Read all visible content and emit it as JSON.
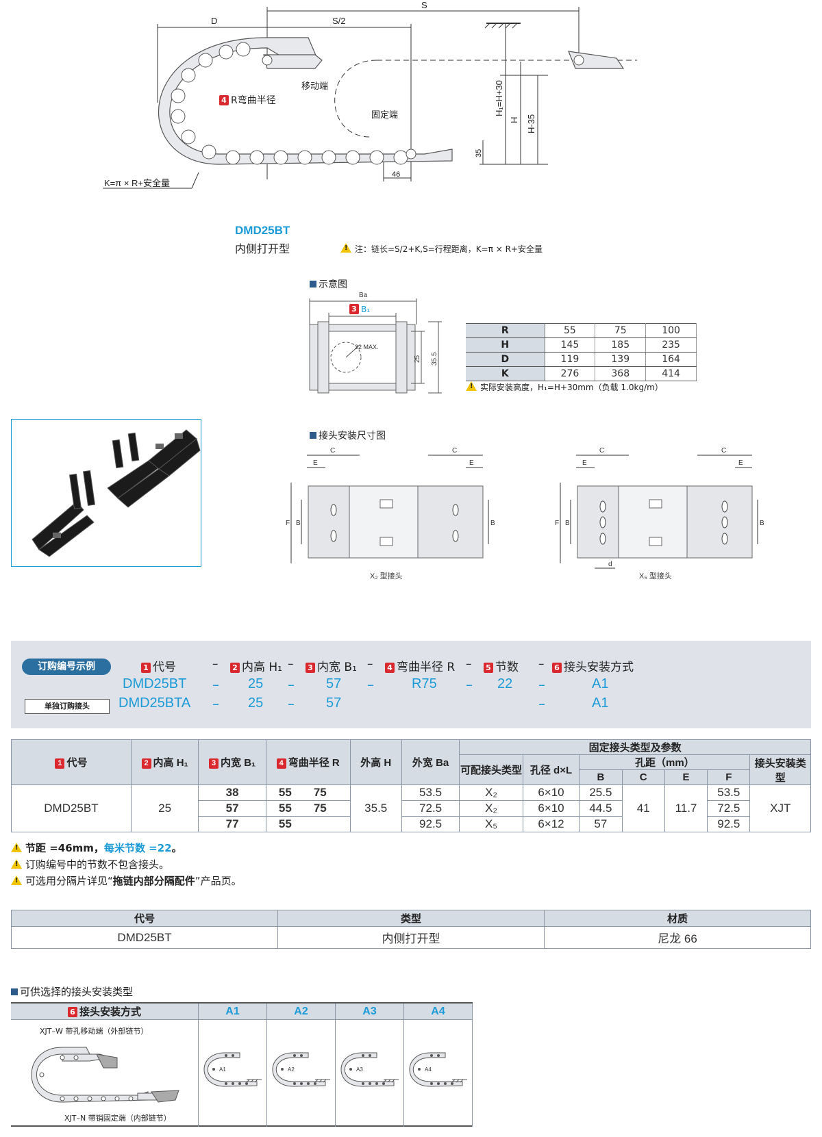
{
  "drawing_top": {
    "labels": {
      "D": "D",
      "S_half": "S/2",
      "S": "S",
      "moving_end": "移动端",
      "fixed_end": "固定端",
      "bend_radius": "R弯曲半径",
      "bend_num": "4",
      "k_formula": "K=π × R+安全量",
      "hf": "H₁=H+30",
      "h": "H",
      "h35": "H-35",
      "dim35": "35",
      "dim46": "46"
    }
  },
  "product": {
    "code": "DMD25BT",
    "type": "内侧打开型",
    "note": "注：链长=S/2+K,S=行程距离，K=π × R+安全量"
  },
  "schematic": {
    "title": "示意图",
    "ba": "Ba",
    "b1": "B₁",
    "b1_num": "3",
    "circle_label": "22 MAX.",
    "dim25": "25",
    "dim355": "35.5"
  },
  "dim_table": {
    "rows": [
      {
        "label": "R",
        "values": [
          "55",
          "75",
          "100"
        ]
      },
      {
        "label": "H",
        "values": [
          "145",
          "185",
          "235"
        ]
      },
      {
        "label": "D",
        "values": [
          "119",
          "139",
          "164"
        ]
      },
      {
        "label": "K",
        "values": [
          "276",
          "368",
          "414"
        ]
      }
    ],
    "note": "实际安装高度，H₁=H+30mm（负载 1.0kg/m）"
  },
  "connector_drawing": {
    "title": "接头安装尺寸图",
    "x2_label": "X₂ 型接头",
    "x5_label": "X₅ 型接头",
    "c": "C",
    "e": "E",
    "f": "F",
    "b": "B",
    "d": "d"
  },
  "order_example": {
    "badge": "订购编号示例",
    "sub_badge": "单独订购接头",
    "headers": [
      {
        "num": "1",
        "text": "代号"
      },
      {
        "num": "2",
        "text": "内高 H₁"
      },
      {
        "num": "3",
        "text": "内宽 B₁"
      },
      {
        "num": "4",
        "text": "弯曲半径 R"
      },
      {
        "num": "5",
        "text": "节数"
      },
      {
        "num": "6",
        "text": "接头安装方式"
      }
    ],
    "dash": "–",
    "row1": [
      "DMD25BT",
      "25",
      "57",
      "R75",
      "22",
      "A1"
    ],
    "row2": [
      "DMD25BTA",
      "25",
      "57",
      "A1"
    ]
  },
  "spec_table": {
    "headers": {
      "code": "代号",
      "code_num": "1",
      "h1": "内高 H₁",
      "h1_num": "2",
      "b1": "内宽 B₁",
      "b1_num": "3",
      "r": "弯曲半径 R",
      "r_num": "4",
      "outer_h": "外高 H",
      "outer_ba": "外宽 Ba",
      "fixed_group": "固定接头类型及参数",
      "connector_type": "可配接头类型",
      "hole_dia": "孔径 d×L",
      "hole_pitch": "孔距（mm）",
      "b": "B",
      "c": "C",
      "e": "E",
      "f": "F",
      "install_type": "接头安装类型"
    },
    "code": "DMD25BT",
    "h1": "25",
    "outer_h": "35.5",
    "c": "41",
    "e": "11.7",
    "install": "XJT",
    "rows": [
      {
        "b1": "38",
        "r1": "55",
        "r2": "75",
        "ba": "53.5",
        "conn": "X₂",
        "dl": "6×10",
        "b": "25.5",
        "f": "53.5"
      },
      {
        "b1": "57",
        "r1": "55",
        "r2": "75",
        "ba": "72.5",
        "conn": "X₂",
        "dl": "6×10",
        "b": "44.5",
        "f": "72.5"
      },
      {
        "b1": "77",
        "r1": "55",
        "r2": "",
        "ba": "92.5",
        "conn": "X₅",
        "dl": "6×12",
        "b": "57",
        "f": "92.5"
      }
    ]
  },
  "notes": {
    "n1_a": "节距 =46mm，",
    "n1_b": "每米节数 =22",
    "n1_c": "。",
    "n2": "订购编号中的节数不包含接头。",
    "n3_a": "可选用分隔片详见“",
    "n3_b": "拖链内部分隔配件",
    "n3_c": "”产品页。"
  },
  "material_table": {
    "headers": [
      "代号",
      "类型",
      "材质"
    ],
    "row": [
      "DMD25BT",
      "内侧打开型",
      "尼龙 66"
    ]
  },
  "install_types": {
    "title": "可供选择的接头安装类型",
    "header_num": "6",
    "header": "接头安装方式",
    "types": [
      "A1",
      "A2",
      "A3",
      "A4"
    ],
    "xjt_w": "XJT–W 带孔移动端（外部链节）",
    "xjt_n": "XJT–N 带销固定端（内部链节）"
  },
  "colors": {
    "accent_blue": "#1a9ad7",
    "badge_red": "#d9292e",
    "header_gray": "#d6dce4",
    "order_bg": "#dfe3e9"
  }
}
